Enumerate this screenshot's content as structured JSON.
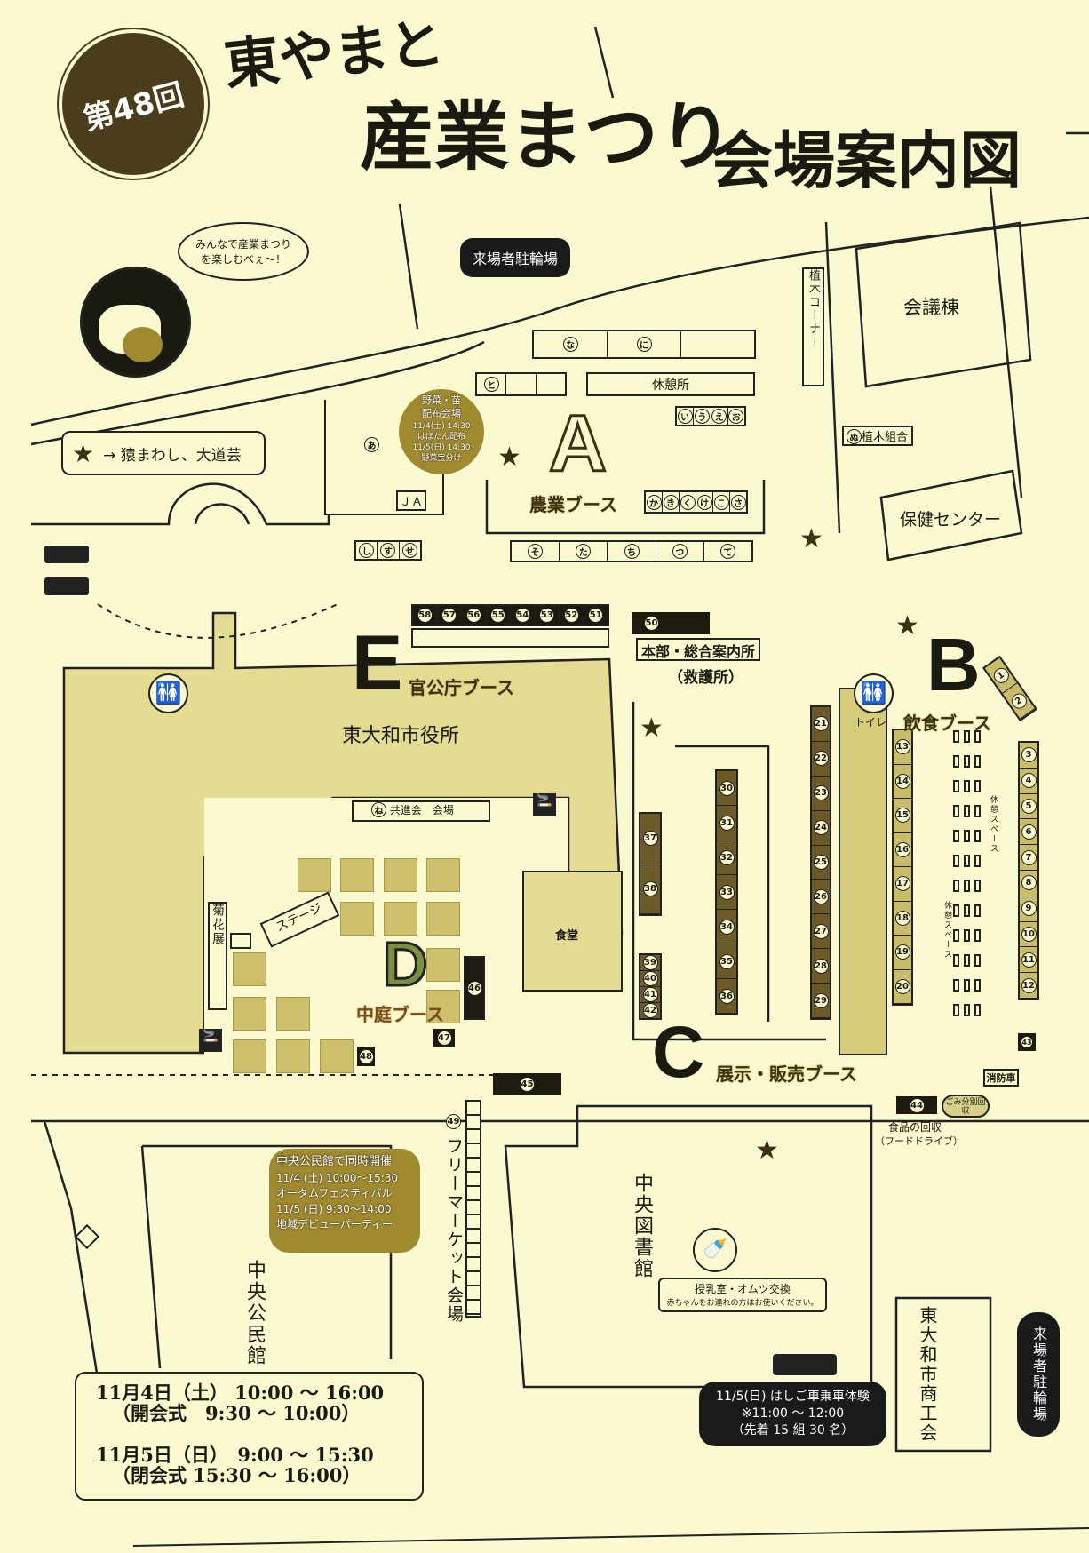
{
  "title": {
    "round": "第48回",
    "name_small": "東やまと",
    "name_big": "産業まつり",
    "subtitle": "会場案内図"
  },
  "mascot": {
    "speech_line1": "みんなで産業まつり",
    "speech_line2": "を楽しむべぇ〜！"
  },
  "labels": {
    "bicycle_parking_top": "来場者駐輪場",
    "ueki_corner": "植木コーナー",
    "conference": "会議棟",
    "rest_area": "休憩所",
    "ja": "ＪＡ",
    "ueki_union": "植木組合",
    "health_center": "保健センター",
    "saru": "→ 猿まわし、大道芸",
    "city_hall": "東大和市役所",
    "kyoshinkai": "共進会　会場",
    "kyoshinkai_mark": "ね",
    "cafeteria": "食堂",
    "kikka": "菊花展",
    "stage": "ステージ",
    "hq": "本部・総合案内所",
    "first_aid": "（救護所）",
    "toilet": "トイレ",
    "rest_space": "休憩スペース",
    "fire_engine": "消防車",
    "garbage": "ごみ分別回収",
    "food_drive_1": "食品の回収",
    "food_drive_2": "（フードドライブ）",
    "flea_market": "フリーマーケット会場",
    "kominkan": "中央公民館",
    "library": "中央図書館",
    "chamber": "東大和市商工会",
    "bicycle_parking_bottom": "来場者駐輪場",
    "nursing_1": "授乳室・オムツ交換",
    "nursing_2": "赤ちゃんをお連れの方はお使いください。"
  },
  "veg_event": {
    "title1": "野菜・苗",
    "title2": "配布会場",
    "l1": "11/4(土) 14:30",
    "l2": "はぼたん配布",
    "l3": "11/5(日) 14:30",
    "l4": "野菜宝分け"
  },
  "kominkan_event": {
    "title": "中央公民館で同時開催",
    "d1": "11/4 (土) 10:00〜15:30",
    "e1": "オータムフェスティバル",
    "d2": "11/5 (日) 9:30〜14:00",
    "e2": "地域デビューパーティー"
  },
  "ladder_truck": {
    "l1": "11/5(日) はしご車乗車体験",
    "l2": "※11:00 〜 12:00",
    "l3": "（先着 15 組 30 名）"
  },
  "schedule": {
    "d1": "11月4日（土） 10:00 〜 16:00",
    "d1b": "（開会式　9:30 〜 10:00）",
    "d2": "11月5日（日）　9:00 〜 15:30",
    "d2b": "（閉会式 15:30 〜 16:00）"
  },
  "zones": {
    "A": {
      "letter": "A",
      "name": "農業ブース"
    },
    "B": {
      "letter": "B",
      "name": "飲食ブース"
    },
    "C": {
      "letter": "C",
      "name": "展示・販売ブース"
    },
    "D": {
      "letter": "D",
      "name": "中庭ブース"
    },
    "E": {
      "letter": "E",
      "name": "官公庁ブース"
    }
  },
  "booths": {
    "a_nani": [
      "な",
      "に",
      ""
    ],
    "a_to": [
      "と",
      "",
      ""
    ],
    "a_iueo": [
      "い",
      "う",
      "え",
      "お"
    ],
    "a_kaki": [
      "か",
      "き",
      "く",
      "け",
      "こ",
      "さ"
    ],
    "a_sota": [
      "そ",
      "た",
      "ち",
      "つ",
      "て"
    ],
    "a_shisuse": [
      "し",
      "す",
      "せ"
    ],
    "a_a": "あ",
    "e_row": [
      "58",
      "57",
      "56",
      "55",
      "54",
      "53",
      "52",
      "51"
    ],
    "c_50": "50",
    "b_col_21": [
      "21",
      "22",
      "23",
      "24",
      "25",
      "26",
      "27",
      "28",
      "29"
    ],
    "b_col_13": [
      "13",
      "14",
      "15",
      "16",
      "17",
      "18",
      "19",
      "20"
    ],
    "b_col_3": [
      "3",
      "4",
      "5",
      "6",
      "7",
      "8",
      "9",
      "10",
      "11",
      "12"
    ],
    "b_diag": [
      "1",
      "2"
    ],
    "c_col_30": [
      "30",
      "31",
      "32",
      "33",
      "34",
      "35",
      "36"
    ],
    "c_col_37": [
      "37",
      "38"
    ],
    "c_col_39": [
      "39",
      "40",
      "41",
      "42"
    ],
    "b_43": "43",
    "c_44": "44",
    "c_45": "45",
    "d_46": "46",
    "d_47": "47",
    "d_48": "48",
    "f_49": "49"
  },
  "colors": {
    "background": "#fbf9cf",
    "booth_dark": "#6b5a28",
    "booth_light": "#c9bc6a",
    "building": "#e4dc92"
  }
}
